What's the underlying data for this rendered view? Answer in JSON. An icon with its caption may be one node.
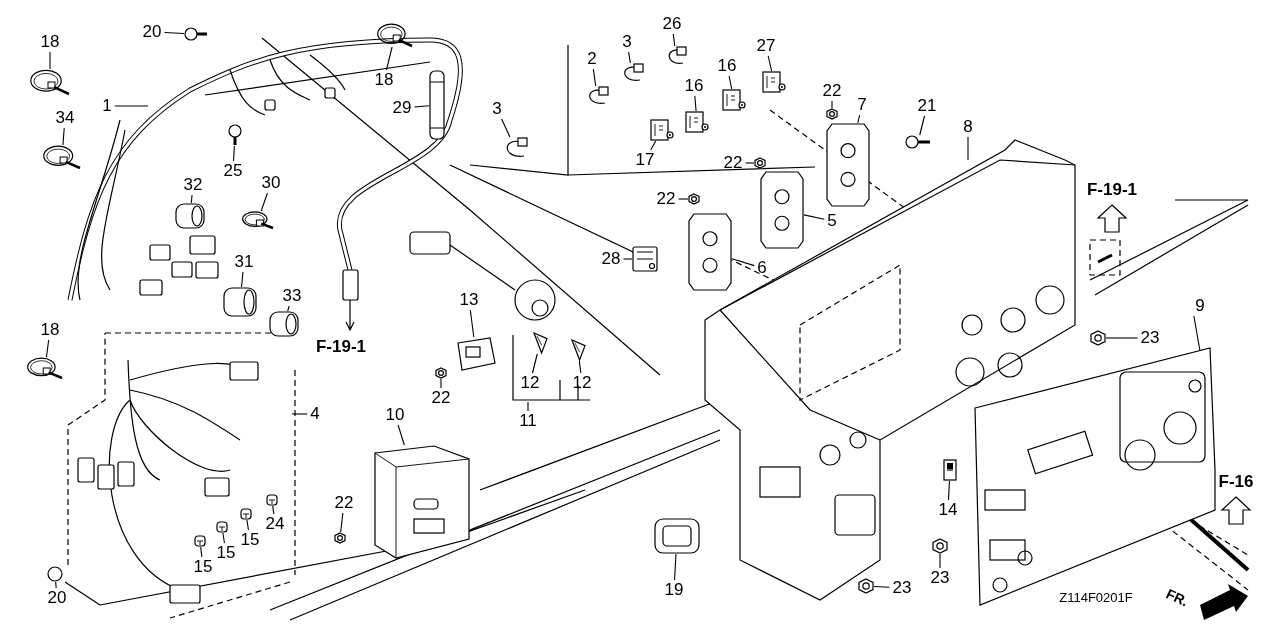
{
  "diagram": {
    "nodes": [
      {
        "text": [
          "18"
        ]
      },
      {
        "text": [
          "20"
        ]
      },
      {
        "text": [
          "18"
        ]
      },
      {
        "text": [
          "1"
        ]
      },
      {
        "text": [
          "34"
        ]
      },
      {
        "text": [
          "25"
        ]
      },
      {
        "text": [
          "32"
        ]
      },
      {
        "text": [
          "30"
        ]
      },
      {
        "text": [
          "29"
        ]
      },
      {
        "text": [
          "31"
        ]
      },
      {
        "text": [
          "33"
        ]
      },
      {
        "text": [
          "3"
        ]
      },
      {
        "text": [
          "2"
        ]
      },
      {
        "text": [
          "3"
        ]
      },
      {
        "text": [
          "26"
        ]
      },
      {
        "text": [
          "16"
        ]
      },
      {
        "text": [
          "16"
        ]
      },
      {
        "text": [
          "27"
        ]
      },
      {
        "text": [
          "17"
        ]
      },
      {
        "text": [
          "22"
        ]
      },
      {
        "text": [
          "7"
        ]
      },
      {
        "text": [
          "22"
        ]
      },
      {
        "text": [
          "22"
        ]
      },
      {
        "text": [
          "5"
        ]
      },
      {
        "text": [
          "6"
        ]
      },
      {
        "text": [
          "21"
        ]
      },
      {
        "text": [
          "8"
        ]
      },
      {
        "text": [
          "28"
        ]
      },
      {
        "text": [
          "13"
        ]
      },
      {
        "text": [
          "22"
        ]
      },
      {
        "text": [
          "12"
        ]
      },
      {
        "text": [
          "12"
        ]
      },
      {
        "text": [
          "11"
        ]
      },
      {
        "text": [
          "18"
        ]
      },
      {
        "text": [
          "4"
        ]
      },
      {
        "text": [
          "10"
        ]
      },
      {
        "text": [
          "22"
        ]
      },
      {
        "text": [
          "24"
        ]
      },
      {
        "text": [
          "15"
        ]
      },
      {
        "text": [
          "15"
        ]
      },
      {
        "text": [
          "15"
        ]
      },
      {
        "text": [
          "20"
        ]
      },
      {
        "text": [
          "19"
        ]
      },
      {
        "text": [
          "23"
        ]
      },
      {
        "text": [
          "23"
        ]
      },
      {
        "text": [
          "23"
        ]
      },
      {
        "text": [
          "14"
        ]
      },
      {
        "text": [
          "9"
        ]
      },
      {
        "text": [],
        "shape": "picture"
      },
      {
        "text": [],
        "shape": "picture"
      },
      {
        "text": [],
        "shape": "picture"
      },
      {
        "text": [],
        "shape": "picture"
      },
      {
        "text": [],
        "shape": "picture"
      },
      {
        "text": [],
        "shape": "picture"
      },
      {
        "text": [],
        "shape": "picture"
      },
      {
        "text": [],
        "shape": "picture"
      },
      {
        "text": [],
        "shape": "picture"
      },
      {
        "text": [],
        "shape": "picture"
      },
      {
        "text": [],
        "shape": "picture"
      },
      {
        "text": [],
        "shape": "picture"
      },
      {
        "text": [],
        "shape": "picture"
      },
      {
        "text": [],
        "shape": "picture"
      },
      {
        "text": [],
        "shape": "picture"
      },
      {
        "text": [],
        "shape": "picture"
      },
      {
        "text": [],
        "shape": "picture"
      },
      {
        "text": [],
        "shape": "picture"
      },
      {
        "text": [],
        "shape": "picture"
      },
      {
        "text": [],
        "shape": "picture"
      },
      {
        "text": [],
        "shape": "picture"
      },
      {
        "text": [],
        "shape": "picture"
      },
      {
        "text": [],
        "shape": "picture"
      },
      {
        "text": [],
        "shape": "picture"
      },
      {
        "text": [],
        "shape": "picture"
      },
      {
        "text": [],
        "shape": "picture"
      },
      {
        "text": [],
        "shape": "picture"
      },
      {
        "text": [],
        "shape": "picture"
      },
      {
        "text": [],
        "shape": "picture"
      },
      {
        "text": [],
        "shape": "picture"
      },
      {
        "text": [],
        "shape": "picture"
      },
      {
        "text": [],
        "shape": "picture"
      },
      {
        "text": [],
        "shape": "picture"
      },
      {
        "text": [],
        "shape": "picture"
      },
      {
        "text": [],
        "shape": "picture"
      },
      {
        "text": [],
        "shape": "picture"
      },
      {
        "text": [],
        "shape": "picture"
      },
      {
        "text": [],
        "shape": "picture"
      },
      {
        "text": [],
        "shape": "picture"
      },
      {
        "text": [],
        "shape": "picture"
      },
      {
        "text": [],
        "shape": "picture"
      },
      {
        "text": [],
        "shape": "picture"
      },
      {
        "text": [],
        "shape": "picture"
      },
      {
        "text": [],
        "shape": "picture"
      }
    ],
    "edges": [
      {
        "from": 0,
        "to": 48,
        "arrow": "none"
      },
      {
        "from": 1,
        "to": 49,
        "arrow": "none"
      },
      {
        "from": 2,
        "to": 50,
        "arrow": "none"
      },
      {
        "from": 3,
        "to": null,
        "arrow": "none"
      },
      {
        "from": 4,
        "to": 51,
        "arrow": "none"
      },
      {
        "from": 5,
        "to": 52,
        "arrow": "none"
      },
      {
        "from": 6,
        "to": 53,
        "arrow": "none"
      },
      {
        "from": 7,
        "to": 54,
        "arrow": "none"
      },
      {
        "from": 8,
        "to": 55,
        "arrow": "none"
      },
      {
        "from": 9,
        "to": 56,
        "arrow": "none"
      },
      {
        "from": 10,
        "to": 57,
        "arrow": "none"
      },
      {
        "from": 11,
        "to": 58,
        "arrow": "none"
      },
      {
        "from": 12,
        "to": 59,
        "arrow": "none"
      },
      {
        "from": 13,
        "to": 60,
        "arrow": "none"
      },
      {
        "from": 14,
        "to": 61,
        "arrow": "none"
      },
      {
        "from": 15,
        "to": 62,
        "arrow": "none"
      },
      {
        "from": 16,
        "to": 63,
        "arrow": "none"
      },
      {
        "from": 17,
        "to": 64,
        "arrow": "none"
      },
      {
        "from": 18,
        "to": 65,
        "arrow": "none"
      },
      {
        "from": 19,
        "to": 66,
        "arrow": "none"
      },
      {
        "from": 20,
        "to": 67,
        "arrow": "none"
      },
      {
        "from": 21,
        "to": 68,
        "arrow": "none"
      },
      {
        "from": 22,
        "to": 69,
        "arrow": "none"
      },
      {
        "from": 23,
        "to": 70,
        "arrow": "none"
      },
      {
        "from": 24,
        "to": 71,
        "arrow": "none"
      },
      {
        "from": 25,
        "to": 72,
        "arrow": "none"
      },
      {
        "from": 26,
        "to": null,
        "arrow": "none"
      },
      {
        "from": 27,
        "to": 73,
        "arrow": "none"
      },
      {
        "from": 28,
        "to": 74,
        "arrow": "none"
      },
      {
        "from": 29,
        "to": 75,
        "arrow": "none"
      },
      {
        "from": 30,
        "to": 76,
        "arrow": "none"
      },
      {
        "from": 31,
        "to": 77,
        "arrow": "none"
      },
      {
        "from": 32,
        "to": null,
        "arrow": "none"
      },
      {
        "from": 33,
        "to": 78,
        "arrow": "none"
      },
      {
        "from": 34,
        "to": null,
        "arrow": "none"
      },
      {
        "from": 35,
        "to": 79,
        "arrow": "none"
      },
      {
        "from": 36,
        "to": 80,
        "arrow": "none"
      },
      {
        "from": 37,
        "to": 81,
        "arrow": "none"
      },
      {
        "from": 38,
        "to": 82,
        "arrow": "none"
      },
      {
        "from": 39,
        "to": 83,
        "arrow": "none"
      },
      {
        "from": 40,
        "to": 84,
        "arrow": "none"
      },
      {
        "from": 41,
        "to": 85,
        "arrow": "none"
      },
      {
        "from": 42,
        "to": 86,
        "arrow": "none"
      },
      {
        "from": 43,
        "to": 87,
        "arrow": "none"
      },
      {
        "from": 44,
        "to": 88,
        "arrow": "none"
      },
      {
        "from": 45,
        "to": 89,
        "arrow": "none"
      },
      {
        "from": 46,
        "to": 90,
        "arrow": "none"
      },
      {
        "from": 47,
        "to": 91,
        "arrow": "none"
      }
    ],
    "labels": [
      "F-19-1",
      "F-19-1",
      "F-16",
      "FR.",
      "Z114F0201F"
    ]
  }
}
